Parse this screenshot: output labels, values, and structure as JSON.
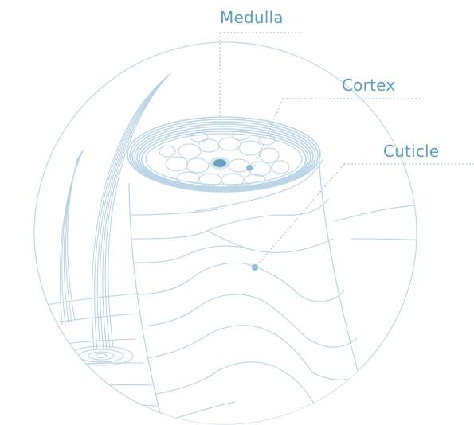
{
  "labels": {
    "medulla": "Medulla",
    "cortex": "Cortex",
    "cuticle": "Cuticle"
  },
  "colors": {
    "label_text": "#5b9ec2",
    "outline": "#c5d9e6",
    "line": "#b9d2e2",
    "fill_light": "#bcd6e8",
    "dot": "#8fbcd8",
    "dot_dark": "#5b91b5",
    "leader": "#9ab8cc",
    "background": "#ffffff"
  },
  "icons": {
    "cross_section": "hair-cross-section-illustration",
    "marker": "dot-marker"
  }
}
